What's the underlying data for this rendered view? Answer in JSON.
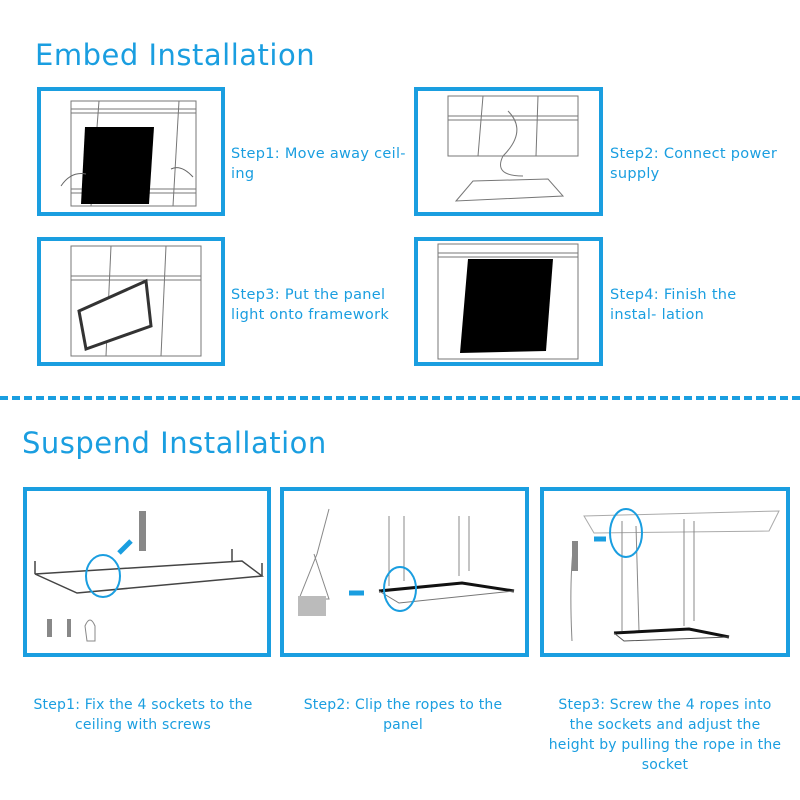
{
  "embed": {
    "title": "Embed Installation",
    "steps": [
      {
        "text": "Step1: Move away ceil- ing"
      },
      {
        "text": "Step2: Connect power supply"
      },
      {
        "text": "Step3: Put the panel light onto framework"
      },
      {
        "text": "Step4: Finish the instal- lation"
      }
    ]
  },
  "suspend": {
    "title": "Suspend Installation",
    "steps": [
      {
        "text": "Step1: Fix the 4 sockets to the ceiling with screws"
      },
      {
        "text": "Step2: Clip the ropes to the panel"
      },
      {
        "text": "Step3: Screw the 4 ropes into the sockets and adjust the height by pulling the rope in the socket"
      }
    ]
  },
  "colors": {
    "accent": "#1a9ee0"
  }
}
